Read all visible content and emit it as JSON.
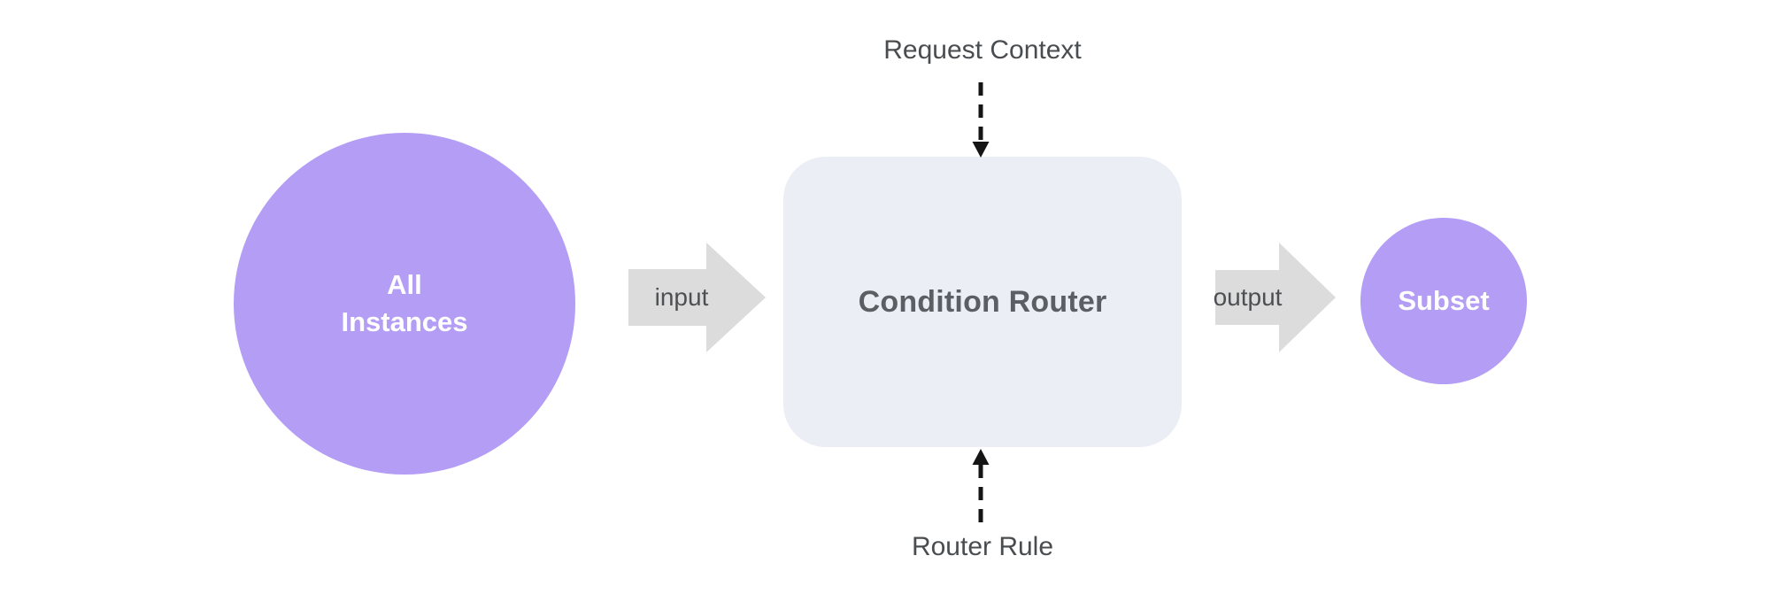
{
  "diagram": {
    "background": "#ffffff",
    "dashed_arrow_color": "#151515",
    "nodes": {
      "all_instances": {
        "label": "All\nInstances",
        "fill": "#b49df5",
        "text_color": "#ffffff"
      },
      "condition_router": {
        "label": "Condition Router",
        "fill": "#ebeef5",
        "text_color": "#5b5e62"
      },
      "subset": {
        "label": "Subset",
        "fill": "#b49df5",
        "text_color": "#ffffff"
      }
    },
    "flows": {
      "input": {
        "label": "input",
        "fill": "#dcdcdc",
        "text_color": "#4d4f52",
        "direction": "right"
      },
      "output": {
        "label": "output",
        "fill": "#dcdcdc",
        "text_color": "#4d4f52",
        "direction": "right"
      },
      "request_context": {
        "label": "Request Context",
        "direction": "down"
      },
      "router_rule": {
        "label": "Router Rule",
        "direction": "up"
      }
    }
  }
}
